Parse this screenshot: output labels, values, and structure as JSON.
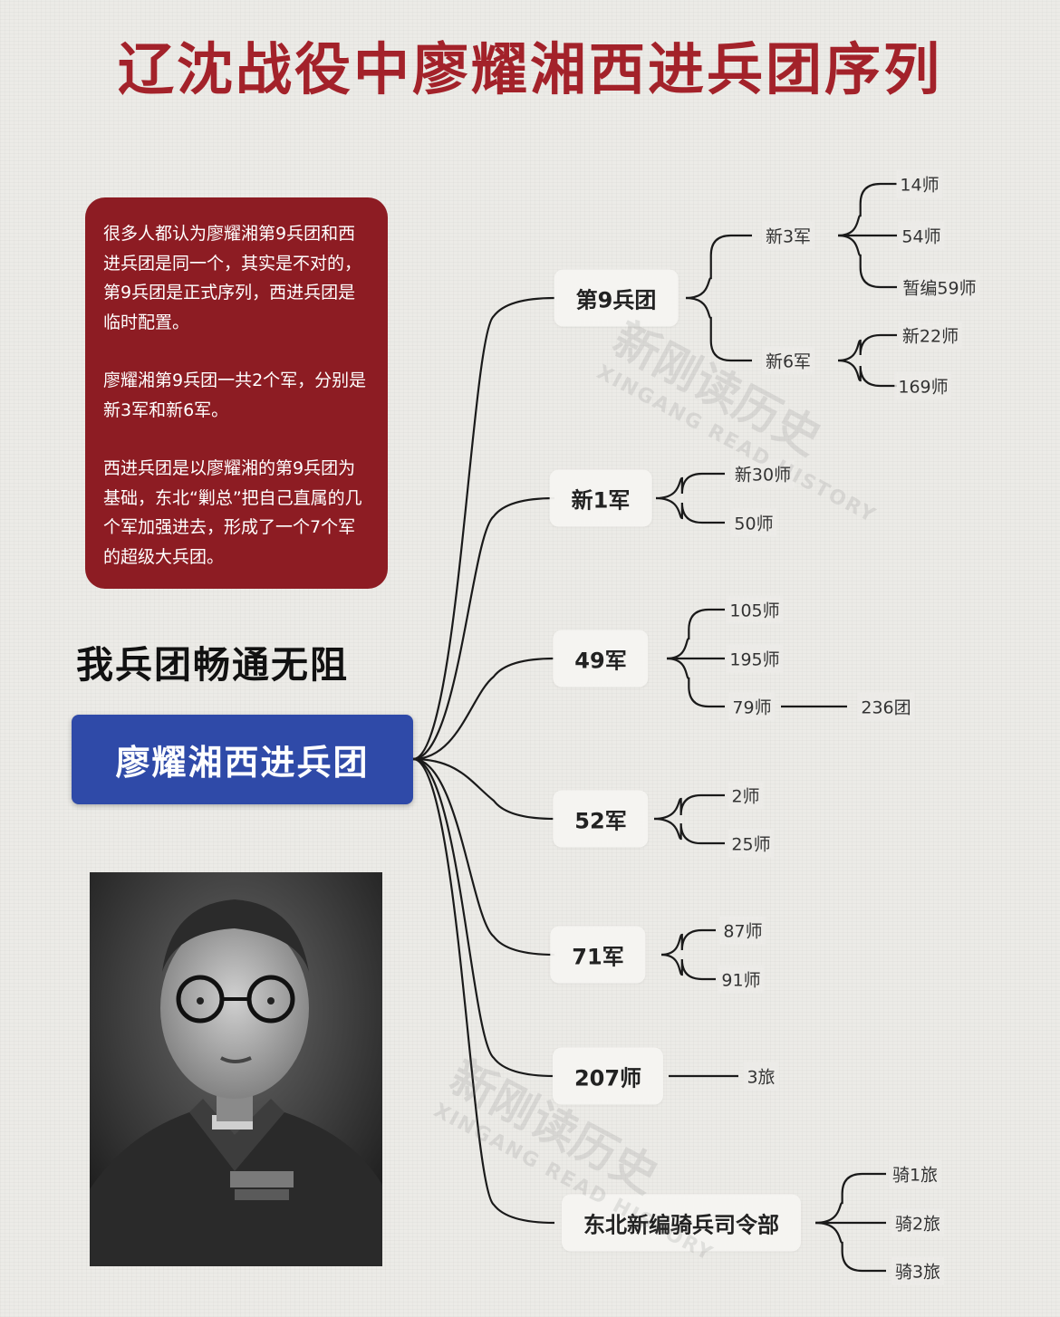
{
  "title": "辽沈战役中廖耀湘西进兵团序列",
  "note": {
    "p1": "很多人都认为廖耀湘第9兵团和西进兵团是同一个，其实是不对的，第9兵团是正式序列，西进兵团是临时配置。",
    "p2": "廖耀湘第9兵团一共2个军，分别是新3军和新6军。",
    "p3": "西进兵团是以廖耀湘的第9兵团为基础，东北“剿总”把自己直属的几个军加强进去，形成了一个7个军的超级大兵团。"
  },
  "slogan": "我兵团畅通无阻",
  "root": "廖耀湘西进兵团",
  "watermark": {
    "cn": "新刚读历史",
    "en": "XINGANG READ HISTORY"
  },
  "tree": {
    "units": [
      {
        "label": "第9兵团",
        "children": [
          {
            "label": "新3军",
            "children": [
              "14师",
              "54师",
              "暂编59师"
            ]
          },
          {
            "label": "新6军",
            "children": [
              "新22师",
              "169师"
            ]
          }
        ]
      },
      {
        "label": "新1军",
        "children": [
          "新30师",
          "50师"
        ]
      },
      {
        "label": "49军",
        "children": [
          "105师",
          "195师",
          "79师"
        ],
        "extra": "236团"
      },
      {
        "label": "52军",
        "children": [
          "2师",
          "25师"
        ]
      },
      {
        "label": "71军",
        "children": [
          "87师",
          "91师"
        ]
      },
      {
        "label": "207师",
        "children": [
          "3旅"
        ]
      },
      {
        "label": "东北新编骑兵司令部",
        "children": [
          "骑1旅",
          "骑2旅",
          "骑3旅"
        ]
      }
    ]
  }
}
